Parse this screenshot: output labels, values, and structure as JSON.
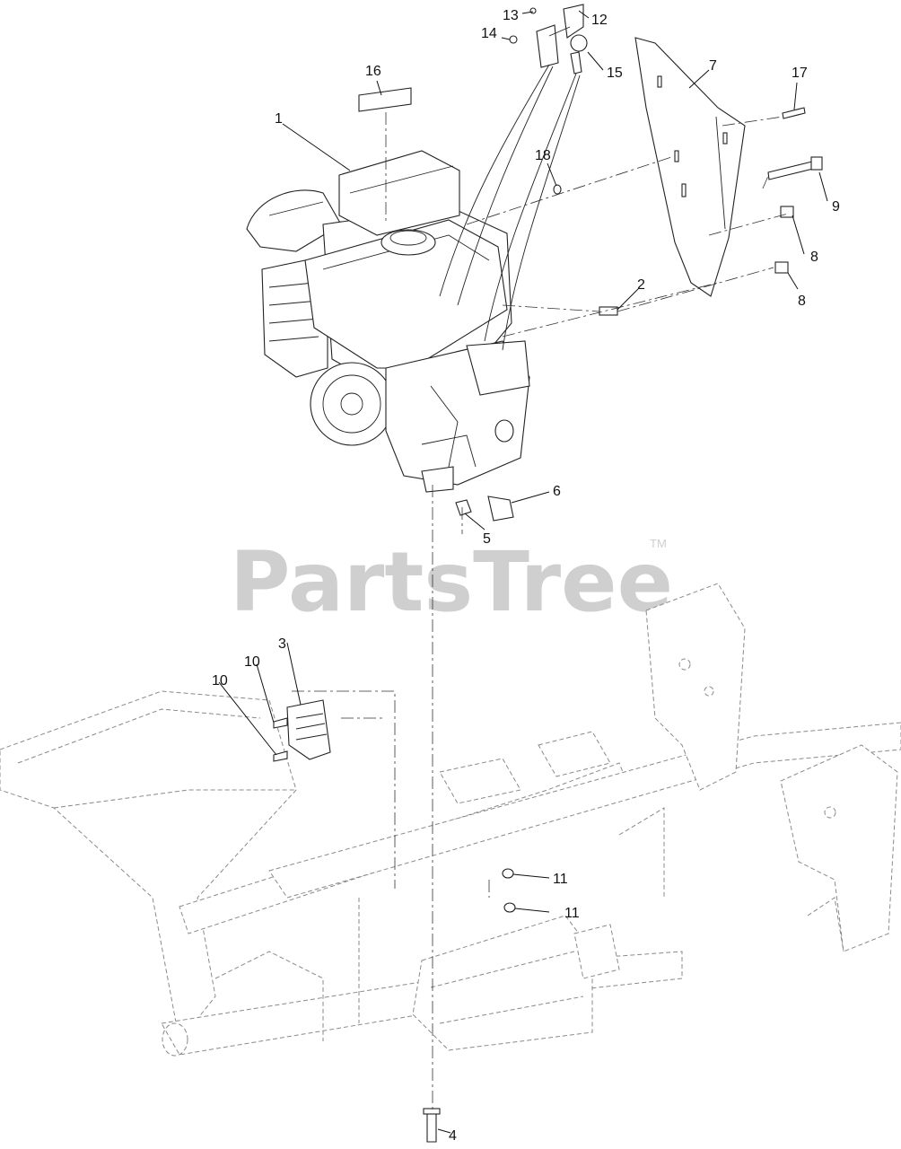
{
  "watermark": {
    "text": "PartsTree",
    "tm": "TM",
    "color": "#cfcfcf"
  },
  "callouts": {
    "c1": "1",
    "c2": "2",
    "c3": "3",
    "c4": "4",
    "c5": "5",
    "c6": "6",
    "c7": "7",
    "c8a": "8",
    "c8b": "8",
    "c9": "9",
    "c10a": "10",
    "c10b": "10",
    "c11a": "11",
    "c11b": "11",
    "c12": "12",
    "c13": "13",
    "c14": "14",
    "c15": "15",
    "c16": "16",
    "c17": "17",
    "c18": "18"
  }
}
